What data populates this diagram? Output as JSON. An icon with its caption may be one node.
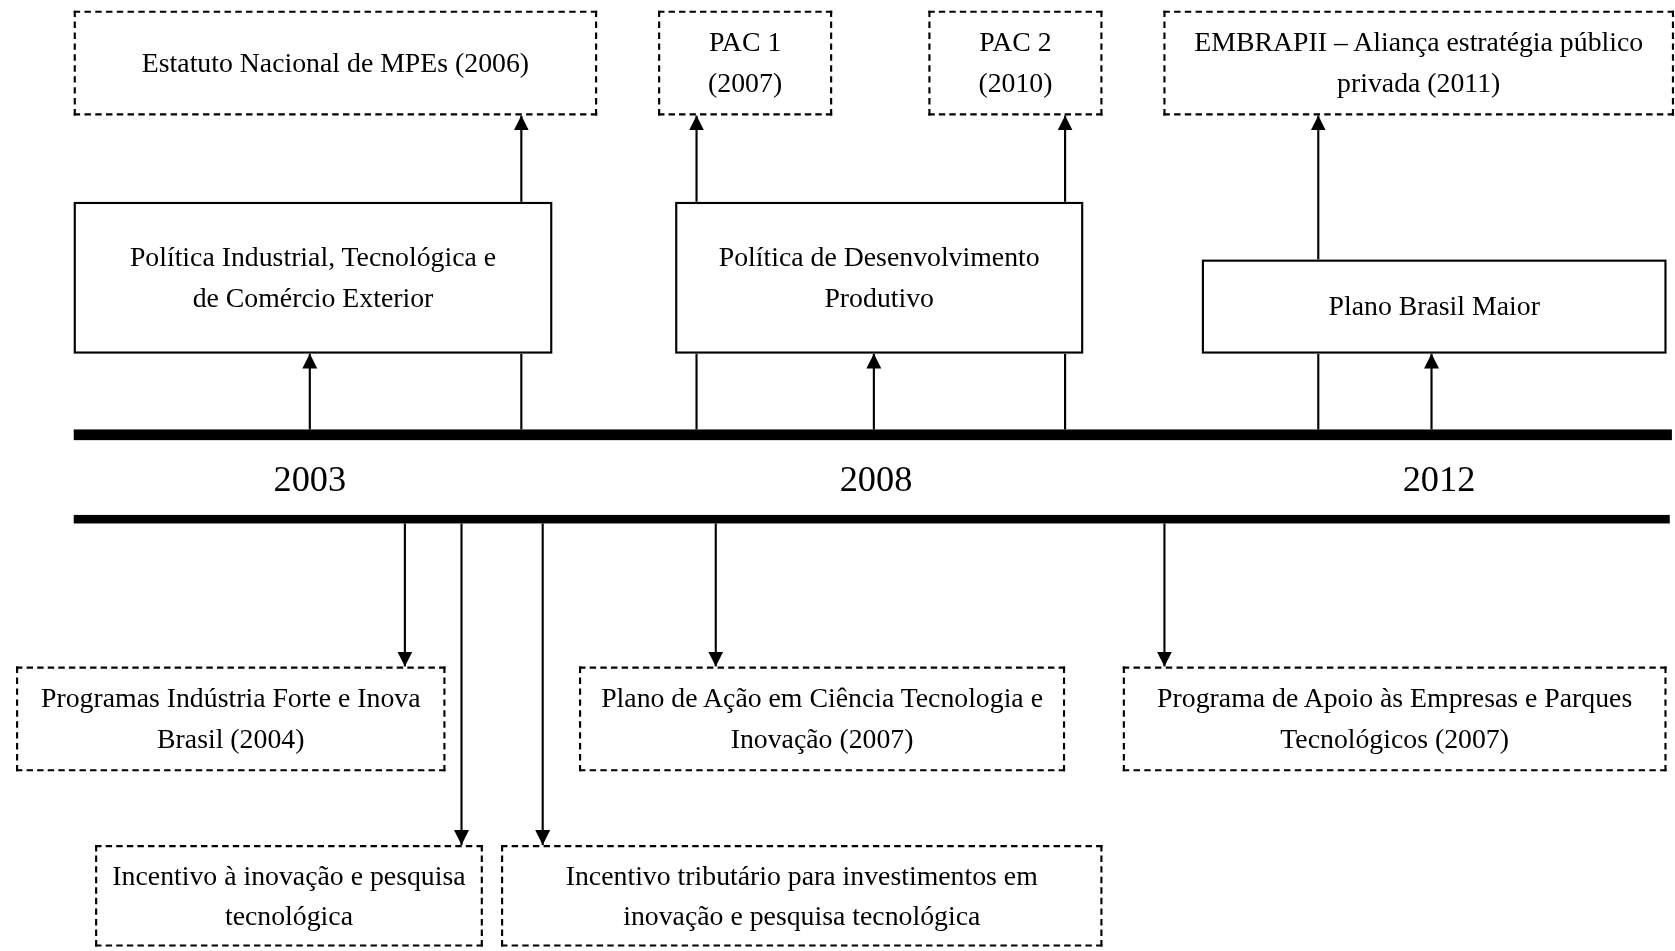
{
  "diagram": {
    "nodes": [
      {
        "text": [
          "Estatuto Nacional de MPEs (2006)"
        ]
      },
      {
        "text": [
          "PAC 1 (2007)"
        ]
      },
      {
        "text": [
          "PAC 2 (2010)"
        ]
      },
      {
        "text": [
          "EMBRAPII – Aliança estratégia público privada (2011)"
        ]
      },
      {
        "text": [
          "Política Industrial, Tecnológica e de Comércio Exterior"
        ]
      },
      {
        "text": [
          "Política de Desenvolvimento Produtivo"
        ]
      },
      {
        "text": [
          "Plano Brasil Maior"
        ]
      },
      {
        "text": [],
        "shape": "bar"
      },
      {
        "text": [],
        "shape": "bar"
      },
      {
        "text": [
          "Programas Indústria Forte e Inova Brasil (2004)"
        ]
      },
      {
        "text": [
          "Plano de Ação em Ciência Tecnologia e Inovação (2007)"
        ]
      },
      {
        "text": [
          "Programa de Apoio às Empresas e Parques Tecnológicos (2007)"
        ]
      },
      {
        "text": [
          "Incentivo à inovação e pesquisa tecnológica"
        ]
      },
      {
        "text": [
          "Incentivo tributário para investimentos em inovação e pesquisa tecnológica"
        ]
      }
    ],
    "edges": [
      {
        "from": 7,
        "to": 4,
        "arrow": "to"
      },
      {
        "from": 7,
        "to": 4,
        "arrow": "none"
      },
      {
        "from": 4,
        "to": 0,
        "arrow": "to"
      },
      {
        "from": 7,
        "to": 5,
        "arrow": "none"
      },
      {
        "from": 5,
        "to": 1,
        "arrow": "to"
      },
      {
        "from": 7,
        "to": 5,
        "arrow": "to"
      },
      {
        "from": 7,
        "to": 5,
        "arrow": "none"
      },
      {
        "from": 5,
        "to": 2,
        "arrow": "to"
      },
      {
        "from": 7,
        "to": 6,
        "arrow": "none"
      },
      {
        "from": 6,
        "to": 3,
        "arrow": "to"
      },
      {
        "from": 7,
        "to": 6,
        "arrow": "to"
      },
      {
        "from": 8,
        "to": 9,
        "arrow": "to"
      },
      {
        "from": 8,
        "to": 12,
        "arrow": "to"
      },
      {
        "from": 8,
        "to": 13,
        "arrow": "to"
      },
      {
        "from": 8,
        "to": 10,
        "arrow": "to"
      },
      {
        "from": 8,
        "to": 11,
        "arrow": "to"
      }
    ],
    "labels": [
      "2003",
      "2008",
      "2012"
    ]
  }
}
